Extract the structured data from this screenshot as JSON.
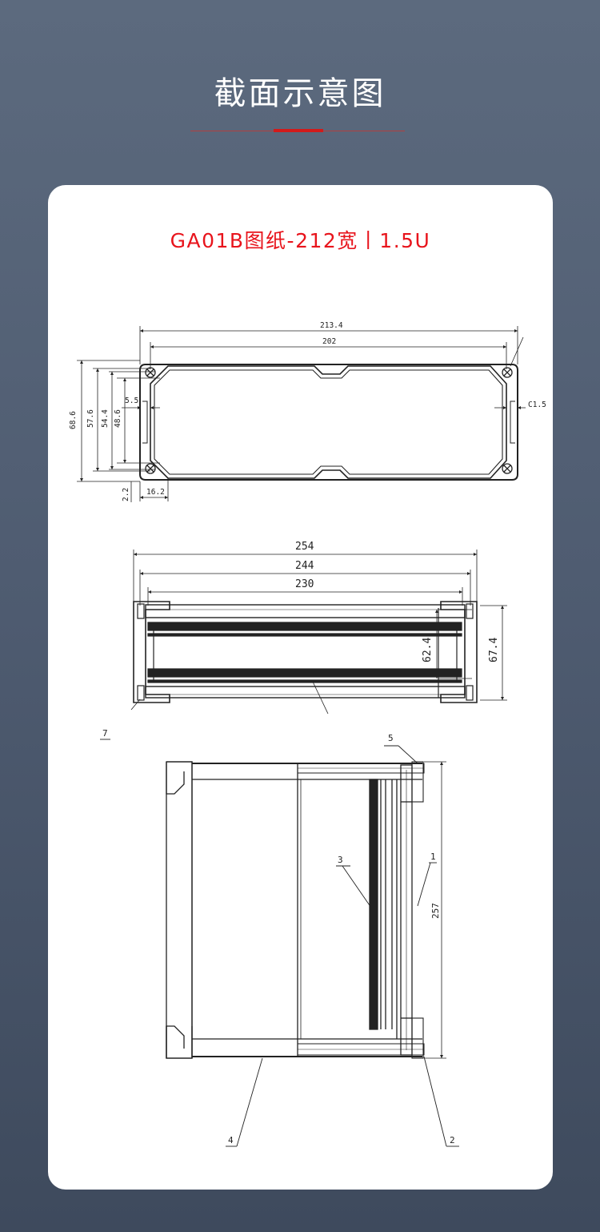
{
  "header": {
    "title": "截面示意图",
    "accent_color": "#d31a1a"
  },
  "card": {
    "title": "GA01B图纸-212宽丨1.5U",
    "title_color": "#e8141c"
  },
  "top_view": {
    "dims": {
      "overall_width": "213.4",
      "inner_width": "202",
      "height_outer": "68.6",
      "height_a": "57.6",
      "height_b": "54.4",
      "height_c": "48.6",
      "offset": "5.5",
      "chamfer": "C1.5",
      "bottom_offset": "2.2",
      "side_offset": "16.2"
    }
  },
  "side_view": {
    "dims": {
      "length_overall": "254",
      "length_mid": "244",
      "length_inner": "230",
      "height_inner": "62.4",
      "height_outer": "67.4"
    }
  },
  "plan_view": {
    "callouts": {
      "c1": "1",
      "c2": "2",
      "c3": "3",
      "c4": "4",
      "c5": "5",
      "c7": "7"
    },
    "dim_length": "257"
  }
}
